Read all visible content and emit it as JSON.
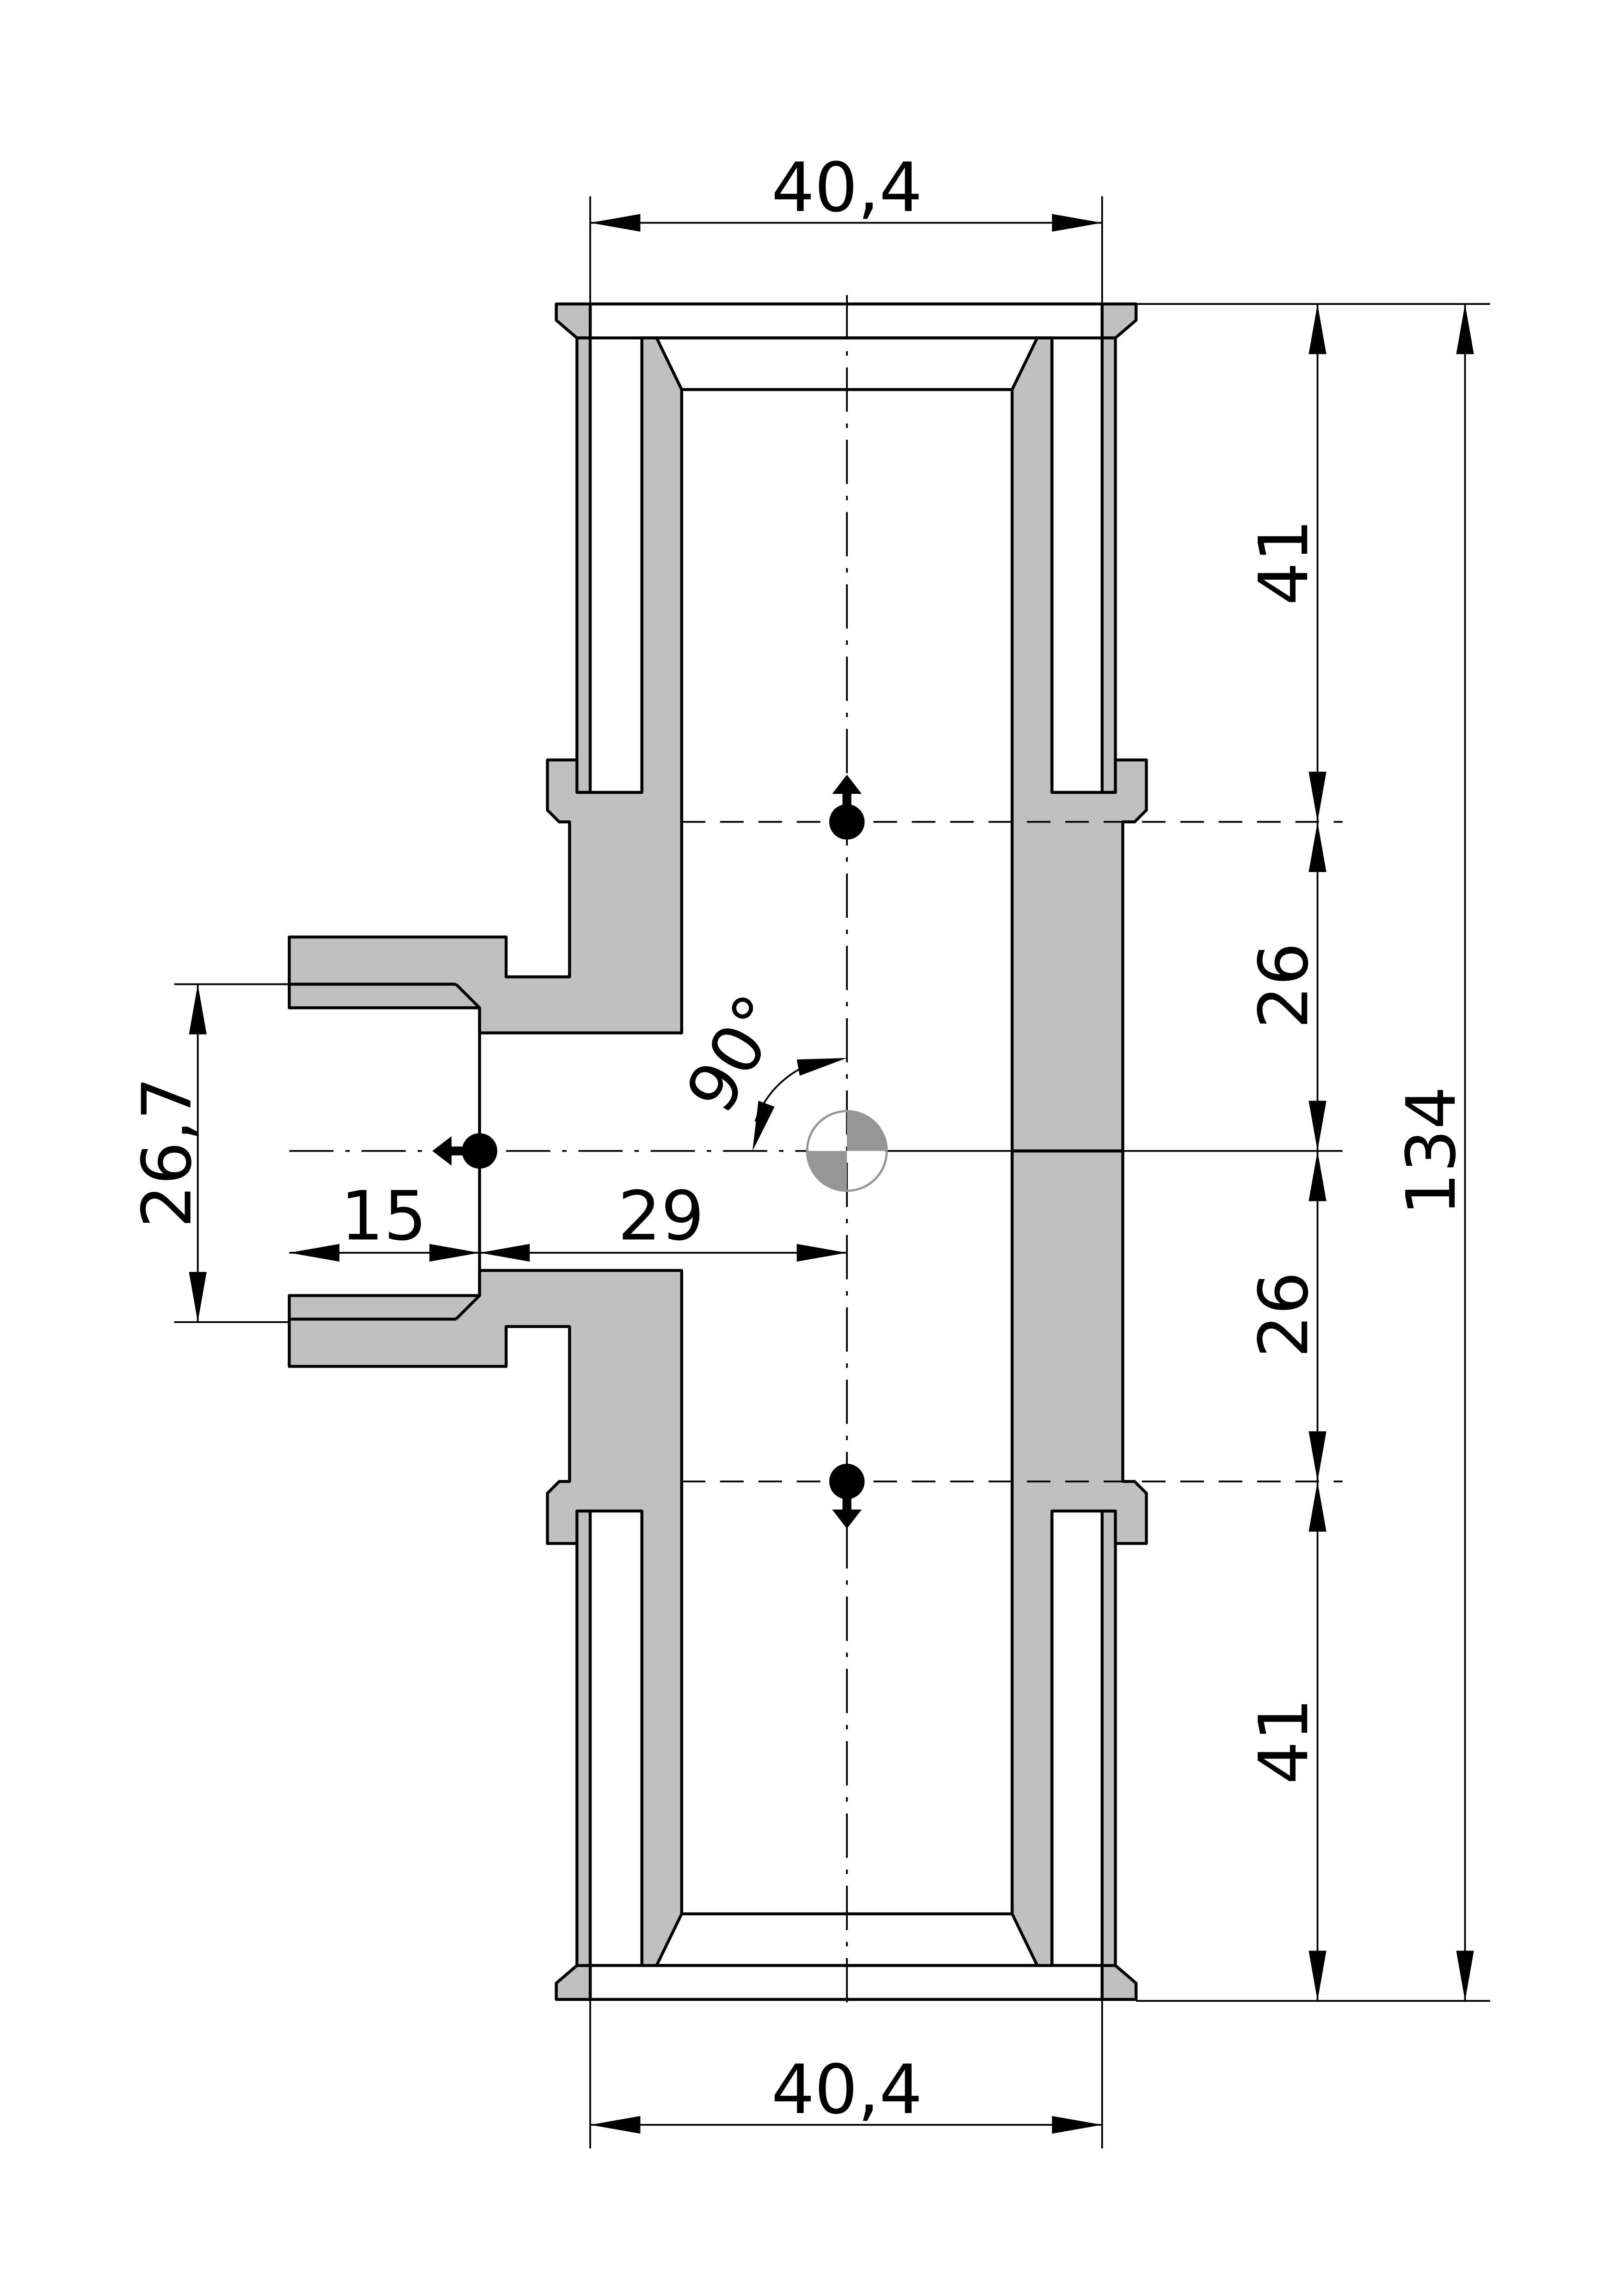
{
  "drawing": {
    "type": "tee fitting section",
    "dimensions": {
      "top_width": "40,4",
      "bottom_width": "40,4",
      "upper_socket": "41",
      "upper_half": "26",
      "lower_half": "26",
      "lower_socket": "41",
      "overall_length": "134",
      "branch_diameter": "26,7",
      "branch_thread": "15",
      "branch_to_center": "29",
      "angle": "90°"
    },
    "colors": {
      "section_fill": "#c0c0c0",
      "center_mark": "#969696",
      "line": "#000000"
    }
  }
}
